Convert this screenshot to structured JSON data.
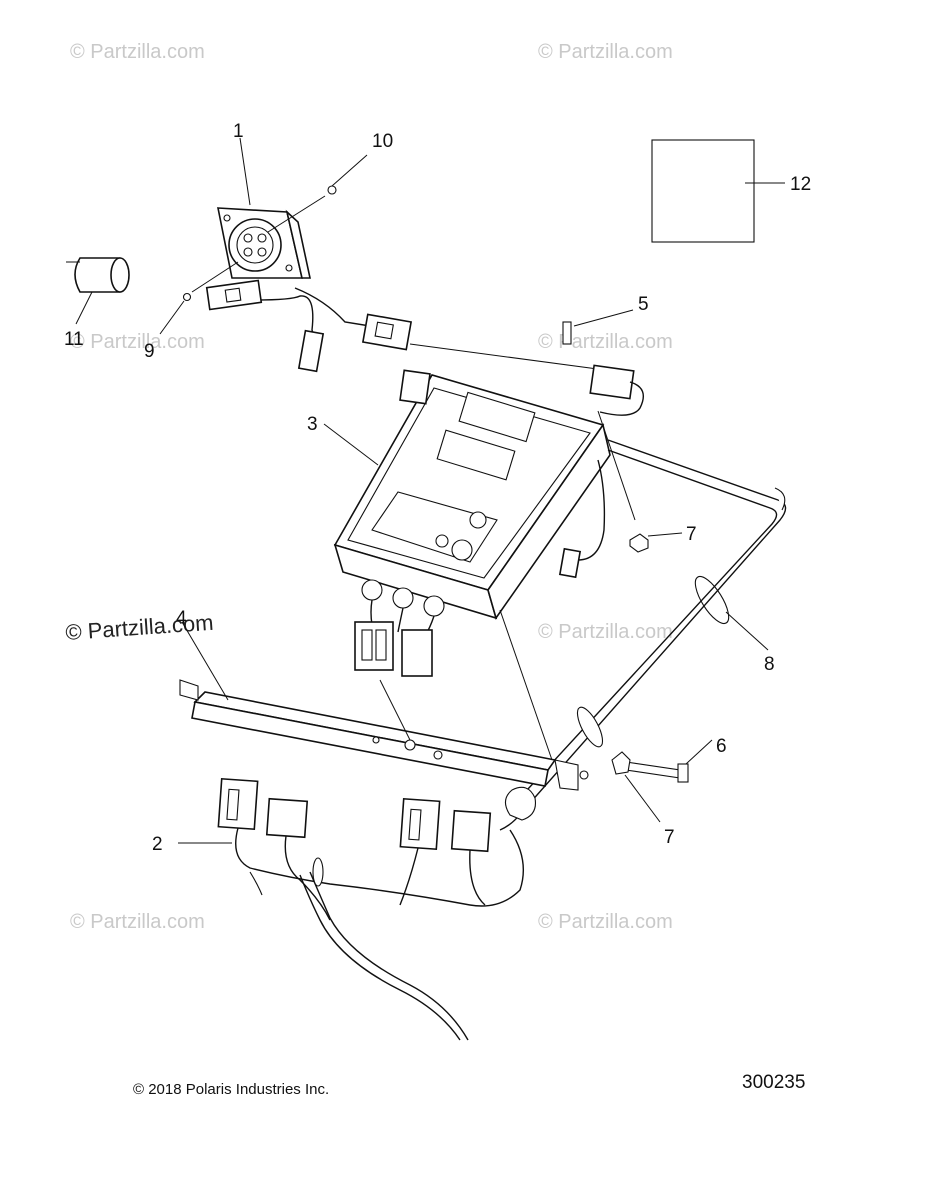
{
  "watermarks": {
    "text": "© Partzilla.com",
    "dark_text": "© Partzilla.com"
  },
  "callouts": {
    "c1": "1",
    "c2": "2",
    "c3": "3",
    "c4": "4",
    "c5": "5",
    "c6": "6",
    "c7a": "7",
    "c7b": "7",
    "c8": "8",
    "c9": "9",
    "c10": "10",
    "c11": "11",
    "c12": "12"
  },
  "footer": {
    "copyright": "© 2018 Polaris Industries Inc.",
    "diagram_number": "300235"
  }
}
